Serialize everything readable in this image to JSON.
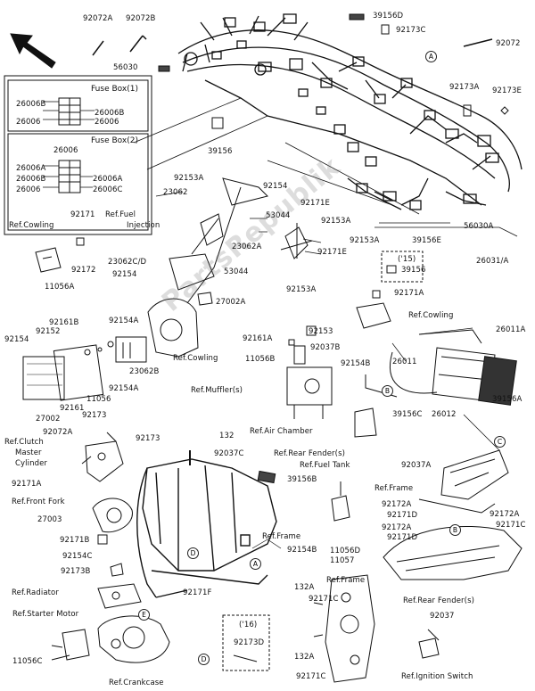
{
  "watermark": "PartsRepublik",
  "fuse_box_1": {
    "title": "Fuse Box(1)",
    "labels": [
      "26006B",
      "26006B",
      "26006",
      "26006"
    ]
  },
  "fuse_box_2": {
    "title": "Fuse Box(2)",
    "labels": [
      "26006",
      "26006A",
      "26006B",
      "26006",
      "26006A",
      "26006C"
    ]
  },
  "year_tags": [
    "('15)",
    "('16)"
  ],
  "circle_refs": [
    "A",
    "A",
    "B",
    "B",
    "C",
    "C",
    "D",
    "D",
    "E",
    "E"
  ],
  "labels": {
    "l92072A": "92072A",
    "l92072B": "92072B",
    "l39156D": "39156D",
    "l92173C": "92173C",
    "l92072": "92072",
    "l56030": "56030",
    "l92173A": "92173A",
    "l92173E": "92173E",
    "l39156a": "39156",
    "l92153A_a": "92153A",
    "l23062": "23062",
    "l92154a": "92154",
    "l92171E_a": "92171E",
    "l53044a": "53044",
    "lfuel": "Ref.Fuel",
    "linj": "Injection",
    "l92153A_b": "92153A",
    "l23062A": "23062A",
    "l92153A_c": "92153A",
    "l92171E_b": "92171E",
    "l39156E": "39156E",
    "l56030A": "56030A",
    "l26031": "26031/A",
    "l39156b": "39156",
    "lcowl1": "Ref.Cowling",
    "l92171a": "92171",
    "l92172": "92172",
    "l11056A": "11056A",
    "l23062C": "23062C/D",
    "l92154b": "92154",
    "l53044b": "53044",
    "l92153A_d": "92153A",
    "l92171A_a": "92171A",
    "lcowl2": "Ref.Cowling",
    "l27002A": "27002A",
    "l92161B": "92161B",
    "l92154A_a": "92154A",
    "l92154c": "92154",
    "l92152": "92152",
    "l23062B": "23062B",
    "l92154A_b": "92154A",
    "l11056": "11056",
    "l92161": "92161",
    "l27002": "27002",
    "lcowl3": "Ref.Cowling",
    "l92161A": "92161A",
    "l92153": "92153",
    "l92037B": "92037B",
    "l11056B": "11056B",
    "l26011A": "26011A",
    "l92154B_a": "92154B",
    "l26011": "26011",
    "lmuffler": "Ref.Muffler(s)",
    "l26012": "26012",
    "l39156A": "39156A",
    "lair": "Ref.Air Chamber",
    "l39156C": "39156C",
    "l92173a": "92173",
    "l92072A_b": "92072A",
    "l92173b": "92173",
    "lclutch1": "Ref.Clutch",
    "lclutch2": "Master",
    "lclutch3": "Cylinder",
    "l132a": "132",
    "l92037C": "92037C",
    "lrearf1": "Ref.Rear Fender(s)",
    "lfueltank": "Ref.Fuel Tank",
    "l92037A": "92037A",
    "l39156B": "39156B",
    "l92171A_b": "92171A",
    "lframe1": "Ref.Frame",
    "lfrontfork": "Ref.Front Fork",
    "l92172A_a": "92172A",
    "l92171D_a": "92171D",
    "l92172A_b": "92172A",
    "l92171C_a": "92171C",
    "l27003": "27003",
    "l92172A_c": "92172A",
    "l92171D_b": "92171D",
    "l92171B": "92171B",
    "l92154C": "92154C",
    "lframe2": "Ref.Frame",
    "l92154B_b": "92154B",
    "l11056D": "11056D",
    "l11057": "11057",
    "l92173B": "92173B",
    "lradiator": "Ref.Radiator",
    "lrearf2": "Ref.Rear Fender(s)",
    "lframe3": "Ref.Frame",
    "l132A_a": "132A",
    "l92171F": "92171F",
    "l92037": "92037",
    "lstarter": "Ref.Starter Motor",
    "l92171C_b": "92171C",
    "l92173D": "92173D",
    "l11056C": "11056C",
    "l132A_b": "132A",
    "l92171C_c": "92171C",
    "lcrank": "Ref.Crankcase",
    "lignition": "Ref.Ignition Switch"
  }
}
